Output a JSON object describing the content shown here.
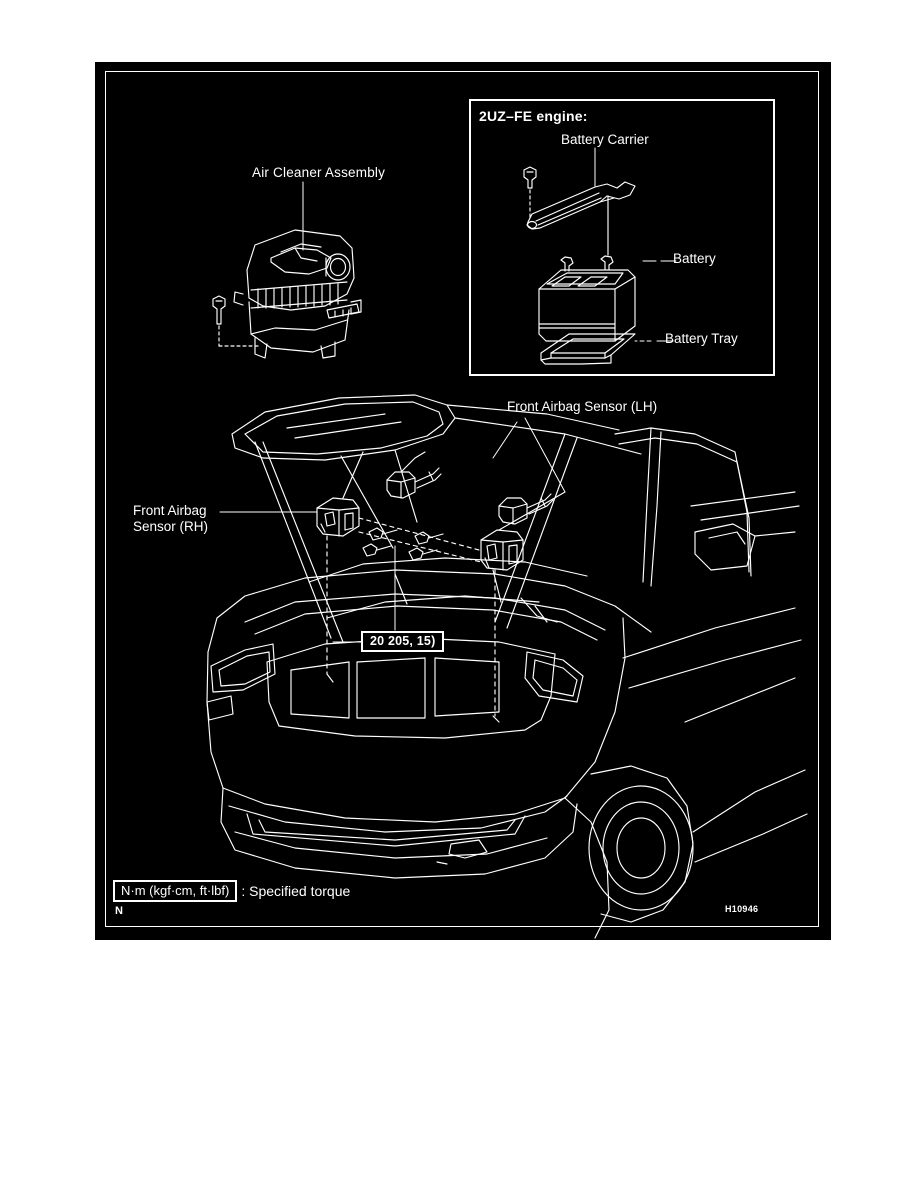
{
  "figure": {
    "labels": {
      "air_cleaner": "Air Cleaner Assembly",
      "inset_title": "2UZ–FE engine:",
      "battery_carrier": "Battery Carrier",
      "battery": "Battery",
      "battery_tray": "Battery Tray",
      "sensor_lh": "Front Airbag Sensor (LH)",
      "sensor_rh_line1": "Front Airbag",
      "sensor_rh_line2": "Sensor (RH)"
    },
    "torque_callout": "20 205, 15)",
    "legend": {
      "units_box": "N·m (kgf·cm, ft·lbf)",
      "description": ": Specified torque"
    },
    "corner_mark": "N",
    "figure_code": "H10946",
    "colors": {
      "panel_background": "#000000",
      "line_art": "#ffffff",
      "page_background": "#ffffff"
    }
  }
}
